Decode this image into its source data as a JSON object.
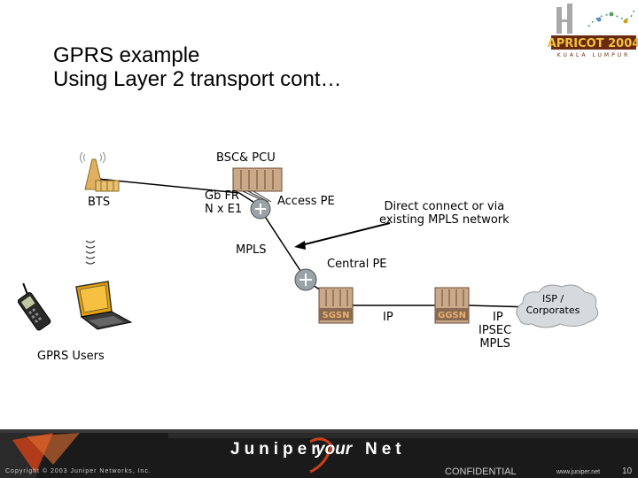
{
  "slide": {
    "title_line1": "GPRS example",
    "title_line2": "Using Layer 2 transport cont…"
  },
  "logo": {
    "text": "APRICOT 2004",
    "subtext": "KUALA LUMPUR"
  },
  "diagram": {
    "bsc_label": "BSC& PCU",
    "bts_label": "BTS",
    "gbfr_label_1": "Gb FR",
    "gbfr_label_2": "N x E1",
    "access_pe_label": "Access PE",
    "direct_label_1": "Direct connect or via",
    "direct_label_2": "existing MPLS network",
    "mpls_label": "MPLS",
    "central_pe_label": "Central PE",
    "sgsn_label": "SGSN",
    "ggsn_label": "GGSN",
    "ip_label_1": "IP",
    "ip_label_2": "IP",
    "ipsec_label": "IPSEC",
    "mpls_label_2": "MPLS",
    "isp_label_1": "ISP /",
    "isp_label_2": "Corporates",
    "gprs_users_label": "GPRS Users"
  },
  "footer": {
    "copyright": "Copyright © 2003 Juniper Networks, Inc.",
    "brand_left": "Juniper",
    "brand_mid": "your",
    "brand_right": "Net",
    "confidential": "CONFIDENTIAL",
    "website": "www.juniper.net",
    "page_number": "10"
  },
  "colors": {
    "footer_bg": "#1a1a1a",
    "footer_accent": "#c8401a",
    "server": "#c9a98a",
    "server_label": "#e8b070",
    "router": "#9aa3a8",
    "cloud": "#d6dadd"
  },
  "icons": [
    "antenna-tower-icon",
    "router-icon",
    "server-rack-icon",
    "cloud-icon",
    "phone-icon",
    "laptop-icon",
    "wireless-signal-icon"
  ]
}
